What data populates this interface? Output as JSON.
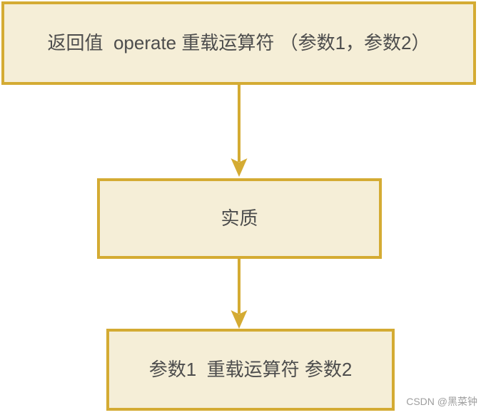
{
  "diagram": {
    "title": "operator overloading flowchart",
    "nodes": [
      {
        "id": "signature",
        "label": "返回值  operate 重载运算符 （参数1，参数2）"
      },
      {
        "id": "essence",
        "label": "实质"
      },
      {
        "id": "expression",
        "label": "参数1  重载运算符 参数2"
      }
    ],
    "edges": [
      {
        "from": "signature",
        "to": "essence",
        "direction": "down"
      },
      {
        "from": "essence",
        "to": "expression",
        "direction": "down"
      }
    ]
  },
  "watermark": {
    "text": "CSDN @黑菜钟"
  },
  "colors": {
    "accent": "#d4ab33",
    "box_fill": "#f5eed7",
    "box_text": "#4d4d4d",
    "watermark_text": "#9e9e9e",
    "background": "#ffffff"
  }
}
